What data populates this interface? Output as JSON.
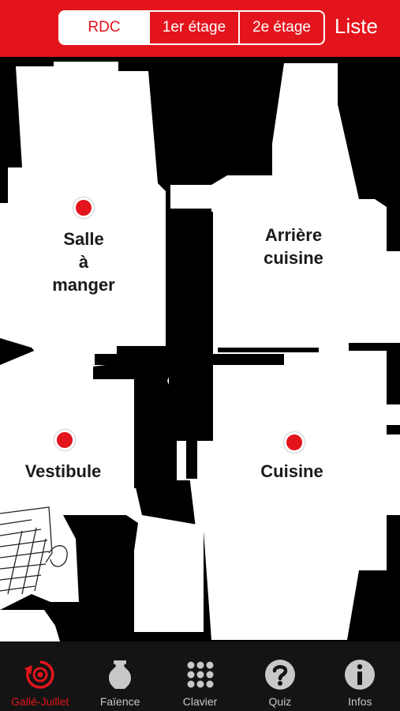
{
  "header": {
    "tabs": [
      {
        "label": "RDC",
        "active": true
      },
      {
        "label": "1er étage",
        "active": false
      },
      {
        "label": "2e étage",
        "active": false
      }
    ],
    "list_label": "Liste"
  },
  "map": {
    "rooms": [
      {
        "label_lines": [
          "Salle",
          "à",
          "manger"
        ],
        "has_marker": true
      },
      {
        "label_lines": [
          "Arrière",
          "cuisine"
        ],
        "has_marker": false
      },
      {
        "label_lines": [
          "Vestibule"
        ],
        "has_marker": true
      },
      {
        "label_lines": [
          "Cuisine"
        ],
        "has_marker": true
      }
    ]
  },
  "tabbar": {
    "items": [
      {
        "label": "Gallé-Juillet",
        "icon": "target-refresh-icon",
        "active": true
      },
      {
        "label": "Faïence",
        "icon": "vase-icon",
        "active": false
      },
      {
        "label": "Clavier",
        "icon": "keypad-icon",
        "active": false
      },
      {
        "label": "Quiz",
        "icon": "question-icon",
        "active": false
      },
      {
        "label": "Infos",
        "icon": "info-icon",
        "active": false
      }
    ]
  },
  "colors": {
    "accent": "#e3141c",
    "tabbar_bg": "#141414",
    "map_wall": "#000000",
    "map_floor": "#ffffff"
  }
}
